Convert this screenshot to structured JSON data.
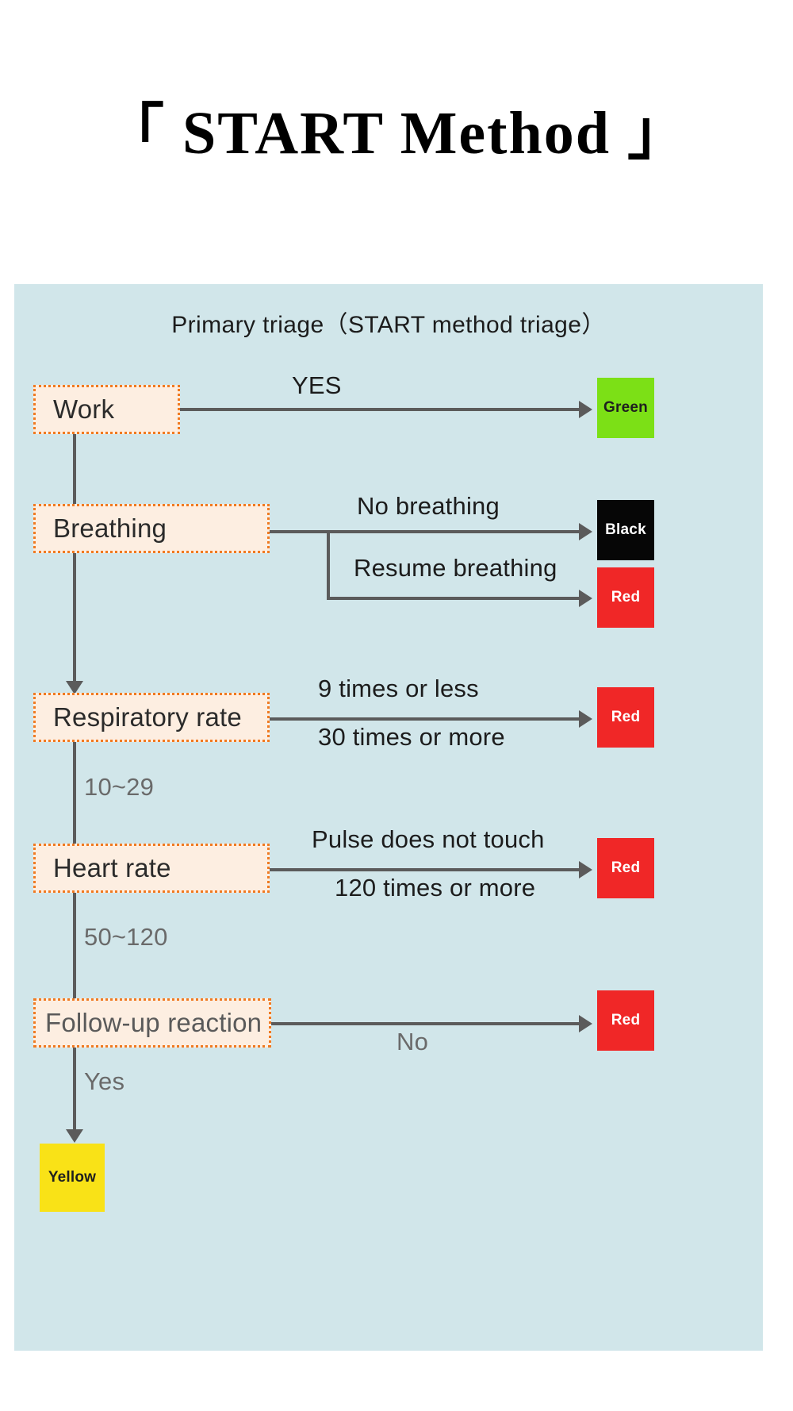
{
  "title": "「 START Method 」",
  "panel": {
    "subtitle": "Primary triage（START method triage）",
    "background_color": "#d1e6ea"
  },
  "nodes": [
    {
      "id": "work",
      "label": "Work"
    },
    {
      "id": "breathing",
      "label": "Breathing"
    },
    {
      "id": "resp_rate",
      "label": "Respiratory rate"
    },
    {
      "id": "heart_rate",
      "label": "Heart rate"
    },
    {
      "id": "followup",
      "label": "Follow-up reaction"
    }
  ],
  "swatches": [
    {
      "id": "green-1",
      "label": "Green",
      "color": "#7ce016"
    },
    {
      "id": "black-1",
      "label": "Black",
      "color": "#060606"
    },
    {
      "id": "red-1",
      "label": "Red",
      "color": "#f02727"
    },
    {
      "id": "red-2",
      "label": "Red",
      "color": "#f02727"
    },
    {
      "id": "red-3",
      "label": "Red",
      "color": "#f02727"
    },
    {
      "id": "red-4",
      "label": "Red",
      "color": "#f02727"
    },
    {
      "id": "yellow-1",
      "label": "Yellow",
      "color": "#f9e217"
    }
  ],
  "edges": {
    "work_yes": "YES",
    "breathing_none": "No breathing",
    "breathing_resume": "Resume breathing",
    "resp_low": "9 times or less",
    "resp_high": "30 times or more",
    "resp_normal": "10~29",
    "pulse_none": "Pulse does not touch",
    "pulse_high": "120 times or more",
    "pulse_normal": "50~120",
    "followup_no": "No",
    "followup_yes": "Yes"
  },
  "colors": {
    "connector": "#5b5b5b",
    "node_border": "#f07a21",
    "node_fill": "#fdeee1"
  }
}
